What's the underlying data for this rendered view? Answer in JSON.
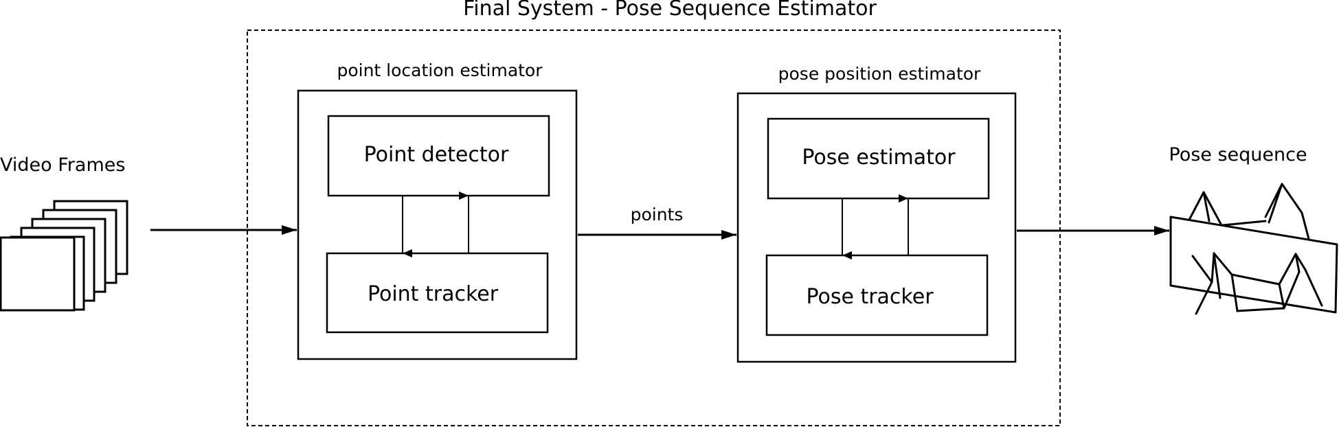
{
  "diagram": {
    "title": "Final System - Pose Sequence Estimator",
    "input_label": "Video Frames",
    "output_label": "Pose sequence",
    "edge_label": "points",
    "groups": {
      "point_location": {
        "label": "point location estimator",
        "detector": "Point detector",
        "tracker": "Point tracker"
      },
      "pose_position": {
        "label": "pose position estimator",
        "estimator": "Pose estimator",
        "tracker": "Pose tracker"
      }
    }
  }
}
